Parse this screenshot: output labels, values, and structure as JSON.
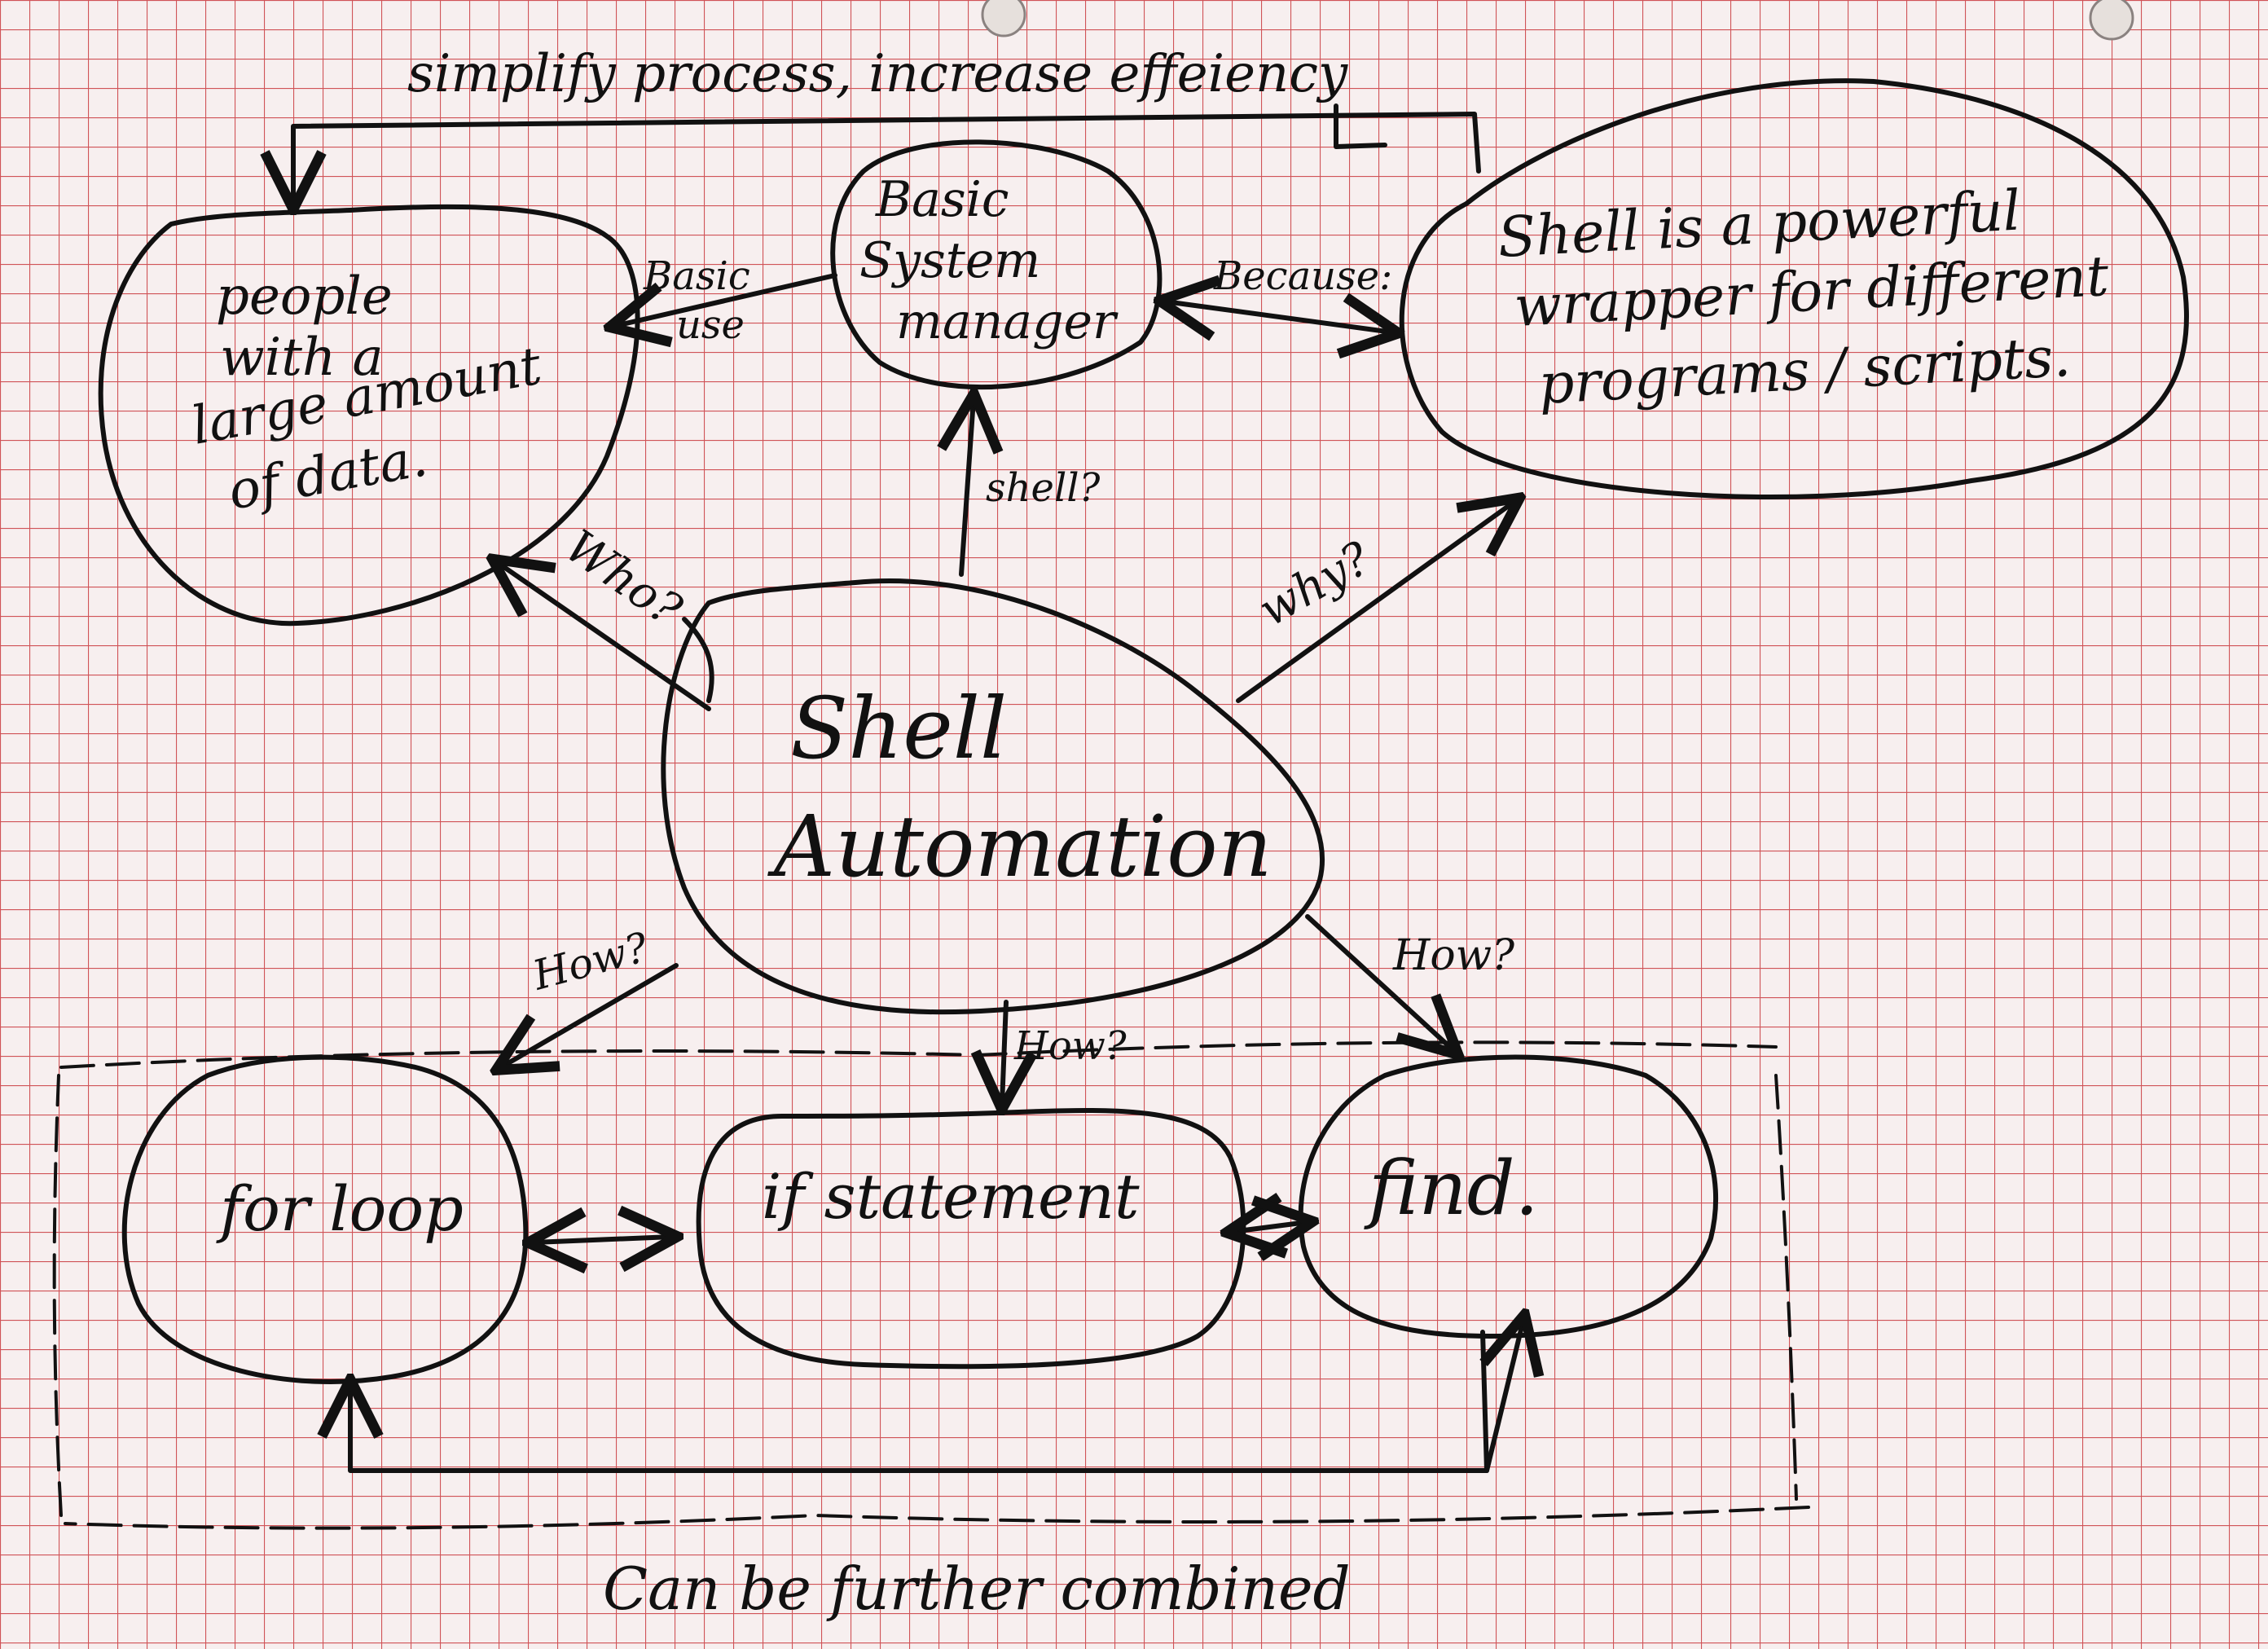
{
  "colors": {
    "paper": "#f7efef",
    "grid": "#c9373c",
    "ink": "#111111"
  },
  "labels": {
    "top_feedback": "simplify process, increase effeiency",
    "people_l1": "people",
    "people_l2": "with a",
    "people_l3": "large amount",
    "people_l4": "of data.",
    "basic_l1": "Basic",
    "basic_l2": "System",
    "basic_l3": "manager",
    "shell_wrapper_l1": "Shell is a powerful",
    "shell_wrapper_l2": "wrapper for different",
    "shell_wrapper_l3": "programs / scripts.",
    "center_l1": "Shell",
    "center_l2": "Automation",
    "for_loop": "for loop",
    "if_statement": "if statement",
    "find": "find.",
    "basic_use_l1": "Basic",
    "basic_use_l2": "use",
    "because": "Because:",
    "shell_q": "shell?",
    "who": "Who?",
    "why": "why?",
    "how_left": "How?",
    "how_mid": "How?",
    "how_right": "How?",
    "combined": "Can be further combined"
  }
}
